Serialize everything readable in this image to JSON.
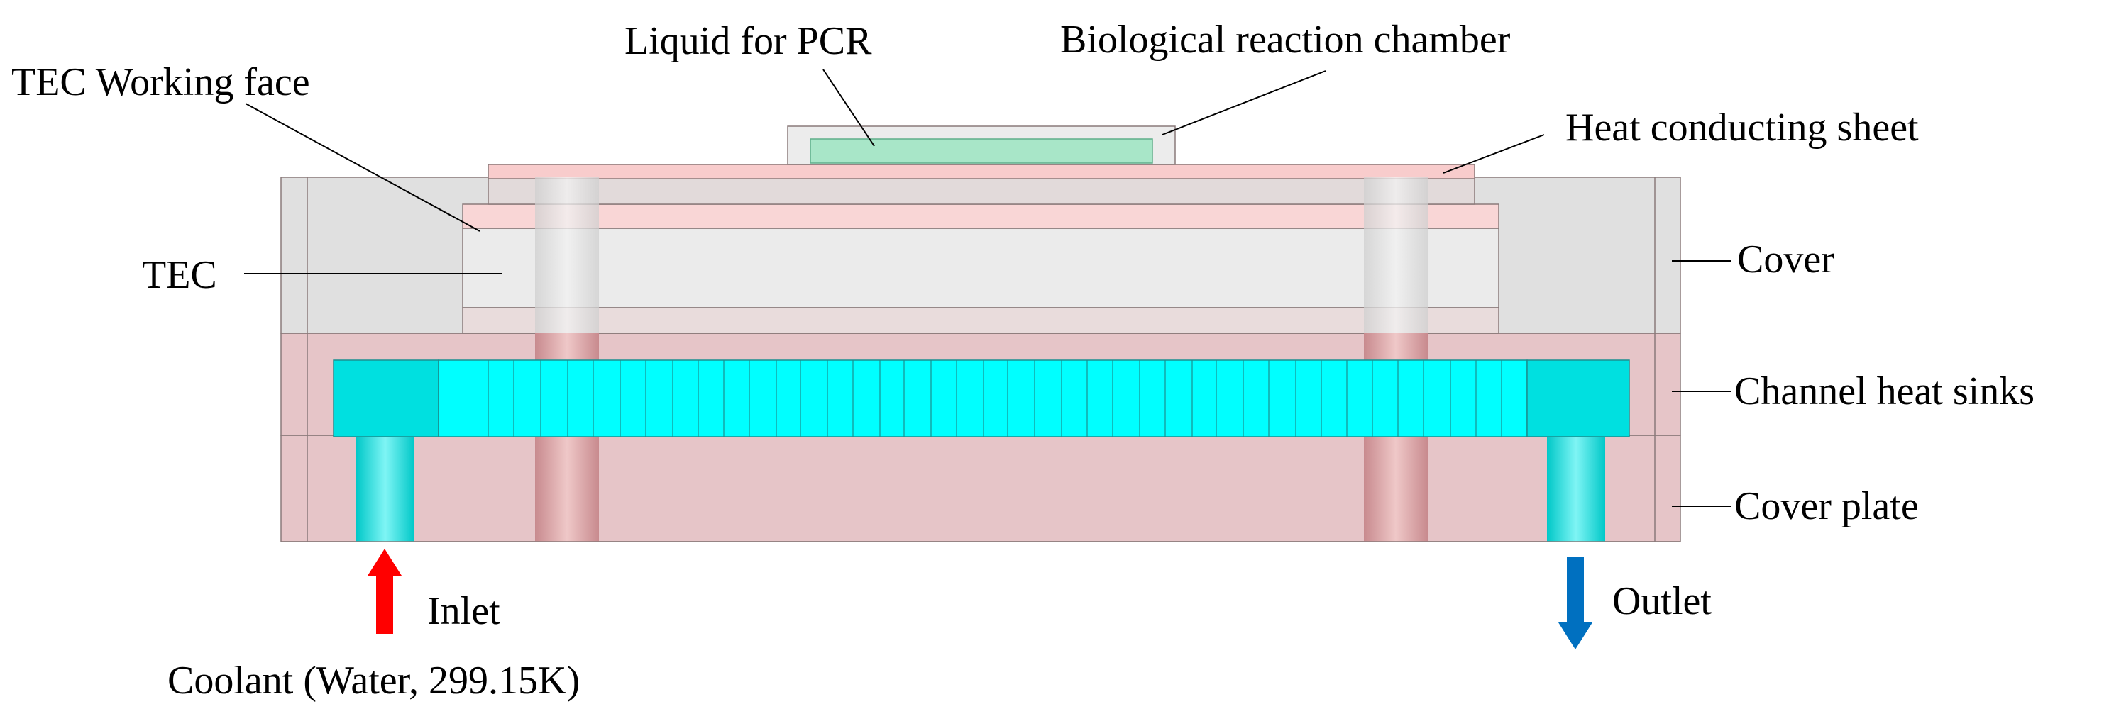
{
  "labels": {
    "liquid_for_pcr": "Liquid for PCR",
    "biological_reaction_chamber": "Biological reaction chamber",
    "tec_working_face": "TEC Working face",
    "heat_conducting_sheet": "Heat conducting sheet",
    "tec": "TEC",
    "cover": "Cover",
    "channel_heat_sinks": "Channel heat sinks",
    "cover_plate": "Cover plate",
    "inlet": "Inlet",
    "outlet": "Outlet",
    "coolant": "Coolant (Water, 299.15K)"
  },
  "colors": {
    "cover": "#e0e0e0",
    "tec_body": "#ebebeb",
    "tec_working_face": "#f9d6d6",
    "heat_conducting_sheet": "#f8cccc",
    "channel_layer": "#e6c5c8",
    "channel": "#00ffff",
    "channel_end": "#00e0e0",
    "liquid": "#a8e6c8",
    "inlet_arrow": "#ff0000",
    "outlet_arrow": "#0070c0"
  }
}
